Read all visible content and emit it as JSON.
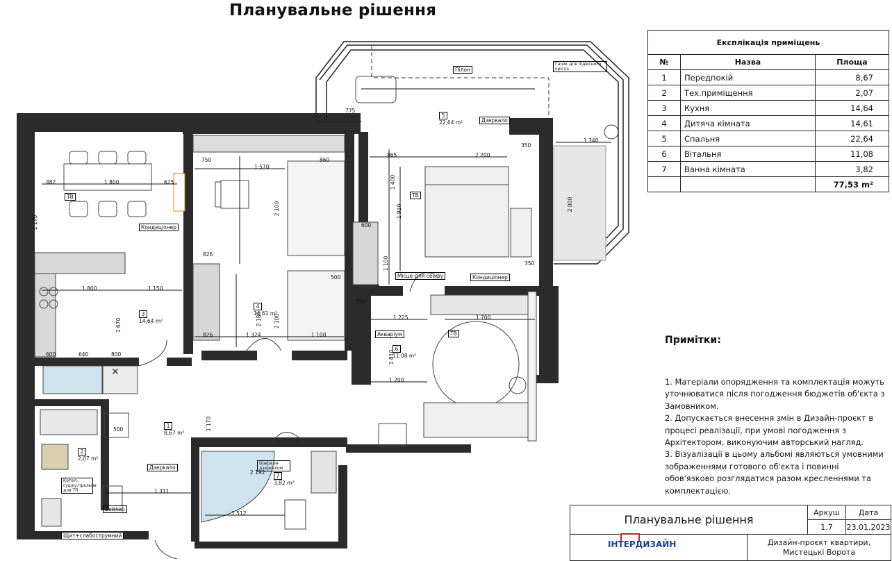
{
  "title": "Планувальне рішення",
  "explication": {
    "heading": "Експлікація приміщень",
    "columns": [
      "№",
      "Назва",
      "Площа"
    ],
    "rows": [
      {
        "num": "1",
        "name": "Передпокій",
        "area": "8,67"
      },
      {
        "num": "2",
        "name": "Тех.приміщення",
        "area": "2,07"
      },
      {
        "num": "3",
        "name": "Кухня",
        "area": "14,64"
      },
      {
        "num": "4",
        "name": "Дитяча кімната",
        "area": "14,61"
      },
      {
        "num": "5",
        "name": "Спальня",
        "area": "22,64"
      },
      {
        "num": "6",
        "name": "Вітальня",
        "area": "11,08"
      },
      {
        "num": "7",
        "name": "Ванна кімната",
        "area": "3,82"
      }
    ],
    "total": "77,53 m²"
  },
  "notes": {
    "heading": "Примітки:",
    "items": [
      "1. Матеріали опорядження та комплектація можуть уточнюватися після погодження бюджетів об'єкта з Замовником.",
      "2. Допускається внесення змін в Дизайн-проєкт в процесі реалізації, при умові погодження з Архітектором, виконуючим авторський нагляд.",
      "3. Візуалізації в цьому альбомі являються умовними зображеннями готового об'єкта і повинні обов'язково розглядатися разом кресленнями та комплектацією."
    ]
  },
  "stamp": {
    "title": "Планувальне рішення",
    "sheet_label": "Аркуш",
    "date_label": "Дата",
    "sheet": "1.7",
    "date": "23.01.2023",
    "company": "ІНТЕРДИЗАЙН",
    "project": "Дизайн-проєкт квартири, Мистецькі Ворота"
  },
  "plan": {
    "rooms": [
      {
        "num": "1",
        "area": "8,67 m²"
      },
      {
        "num": "2",
        "area": "2,07 m²"
      },
      {
        "num": "3",
        "area": "14,64 m²"
      },
      {
        "num": "4",
        "area": "14,61 m²"
      },
      {
        "num": "5",
        "area": "22,64 m²"
      },
      {
        "num": "6",
        "area": "11,08 m²"
      },
      {
        "num": "7",
        "area": "3,82 m²"
      }
    ],
    "labels": {
      "tv": "ТВ",
      "ac": "Кондиціонер",
      "mirror": "Дзеркало",
      "safe": "Місце для сейфу",
      "aquarium": "Акваріум",
      "pylon": "Пілон",
      "hook": "Гачок для підвісного крісла",
      "boiler": "Бойлер",
      "shield": "Щит+слабострумний",
      "washer_cabinet": "Шафа за дзеркалом",
      "utility": "Котел, сушку,пральна для ТП"
    },
    "dims": {
      "d_1800": "1 800",
      "d_1150": "1 150",
      "d_1570": "1 570",
      "d_2200": "2 200",
      "d_1324": "1 324",
      "d_1100": "1 100",
      "d_1225": "1 225",
      "d_1700": "1 700",
      "d_1200": "1 200",
      "d_1311": "1 311",
      "d_2192": "2 192",
      "d_1512": "1 512",
      "d_1340": "1 340",
      "d_2000": "2 000",
      "d_1170": "1 170",
      "d_2100": "2 100",
      "d_750": "750",
      "d_860": "860",
      "d_865": "865",
      "d_826": "826",
      "d_500": "500",
      "d_600": "600",
      "d_640": "640",
      "d_800": "800",
      "d_625": "625",
      "d_482": "482",
      "d_775": "775",
      "d_350": "350",
      "d_1400": "1 400",
      "d_1910": "1 910",
      "d_1100v": "1 100",
      "d_1670": "1 670",
      "d_1810": "1 810",
      "d_2180": "2 180"
    }
  }
}
